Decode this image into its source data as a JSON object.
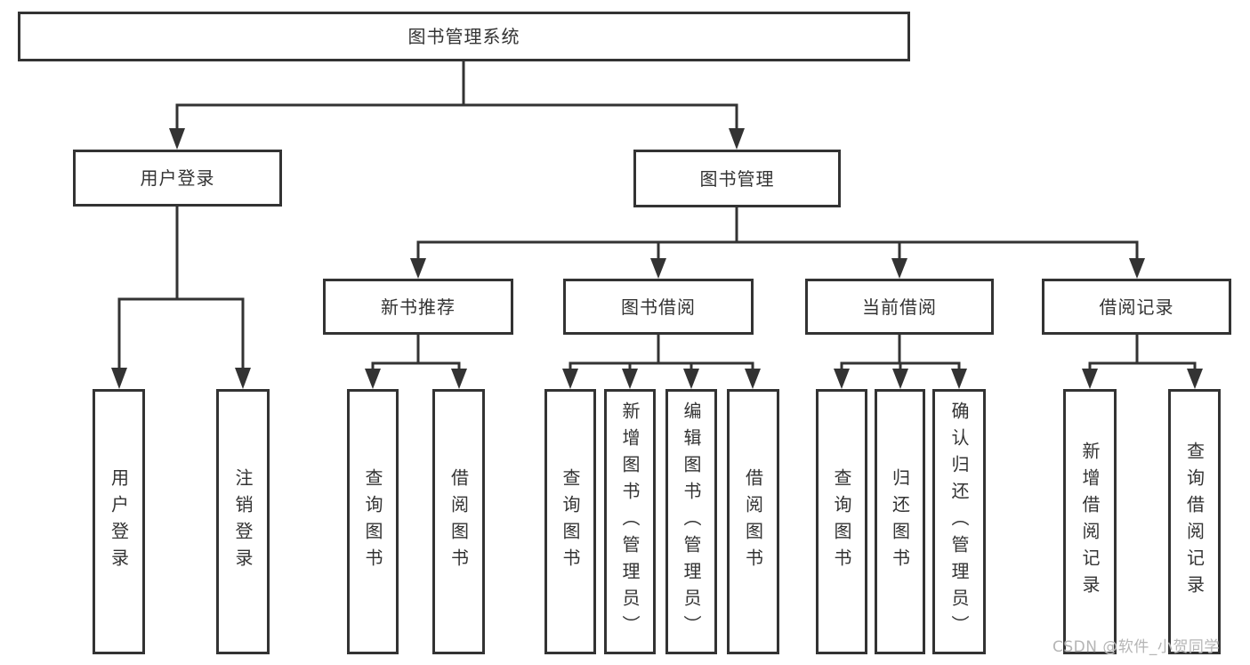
{
  "diagram": {
    "title": "图书管理系统",
    "level2": {
      "user_login": "用户登录",
      "book_mgmt": "图书管理"
    },
    "level3": {
      "new_books": "新书推荐",
      "book_borrow": "图书借阅",
      "current_borrow": "当前借阅",
      "borrow_records": "借阅记录"
    },
    "leaves": {
      "login": "用户登录",
      "logout": "注销登录",
      "nb_query": "查询图书",
      "nb_borrow": "借阅图书",
      "bb_query": "查询图书",
      "bb_add": "新增图书（管理员）",
      "bb_edit": "编辑图书（管理员）",
      "bb_borrow": "借阅图书",
      "cb_query": "查询图书",
      "cb_return": "归还图书",
      "cb_confirm": "确认归还（管理员）",
      "br_add": "新增借阅记录",
      "br_query": "查询借阅记录"
    },
    "watermark": "CSDN @软件_小贺同学",
    "colors": {
      "line": "#333333",
      "border": "#333333",
      "text": "#333333",
      "watermark": "#b5b5b5",
      "background": "#ffffff"
    }
  }
}
